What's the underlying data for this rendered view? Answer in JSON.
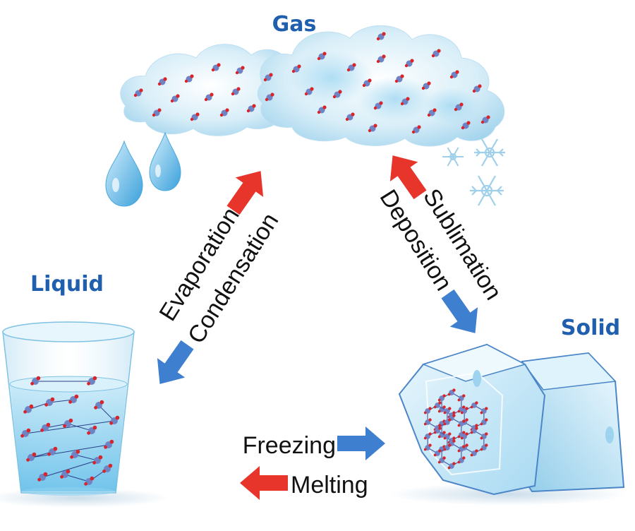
{
  "states": {
    "gas": "Gas",
    "liquid": "Liquid",
    "solid": "Solid"
  },
  "processes": {
    "evaporation": "Evaporation",
    "condensation": "Condensation",
    "sublimation": "Sublimation",
    "deposition": "Deposition",
    "freezing": "Freezing",
    "melting": "Melting"
  },
  "colors": {
    "state_label": "#1f5fae",
    "arrow_red": "#e8352b",
    "arrow_blue": "#3f7fcf",
    "molecule_body": "#6f84c4",
    "molecule_atom": "#d7262b"
  }
}
